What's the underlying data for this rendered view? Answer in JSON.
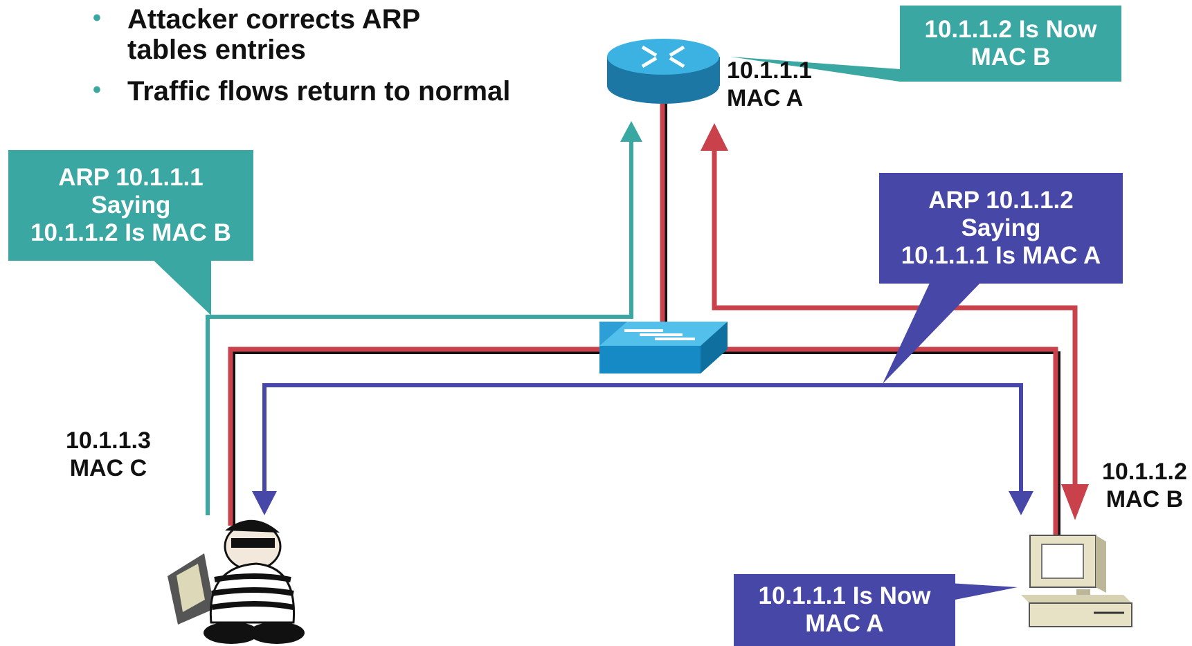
{
  "bullets": [
    {
      "text_1": "Attacker corrects ARP",
      "text_2": "tables entries"
    },
    {
      "text_1": "Traffic flows return to normal",
      "text_2": ""
    }
  ],
  "callouts": {
    "router_update": {
      "line1": "10.1.1.2 Is Now",
      "line2": "MAC B"
    },
    "arp_to_router": {
      "line1": "ARP 10.1.1.1",
      "line2": "Saying",
      "line3": "10.1.1.2 Is MAC B"
    },
    "arp_to_host": {
      "line1": "ARP 10.1.1.2",
      "line2": "Saying",
      "line3": "10.1.1.1 Is MAC A"
    },
    "host_update": {
      "line1": "10.1.1.1 Is Now",
      "line2": "MAC A"
    }
  },
  "nodes": {
    "router": {
      "ip": "10.1.1.1",
      "mac": "MAC A"
    },
    "attacker": {
      "ip": "10.1.1.3",
      "mac": "MAC C"
    },
    "host": {
      "ip": "10.1.1.2",
      "mac": "MAC B"
    }
  },
  "icons": [
    "router-icon",
    "switch-icon",
    "attacker-icon",
    "pc-icon"
  ],
  "colors": {
    "teal": "#3aa7a3",
    "blue": "#4747a8",
    "red": "#c9414a",
    "device_blue": "#2d9fd6"
  }
}
